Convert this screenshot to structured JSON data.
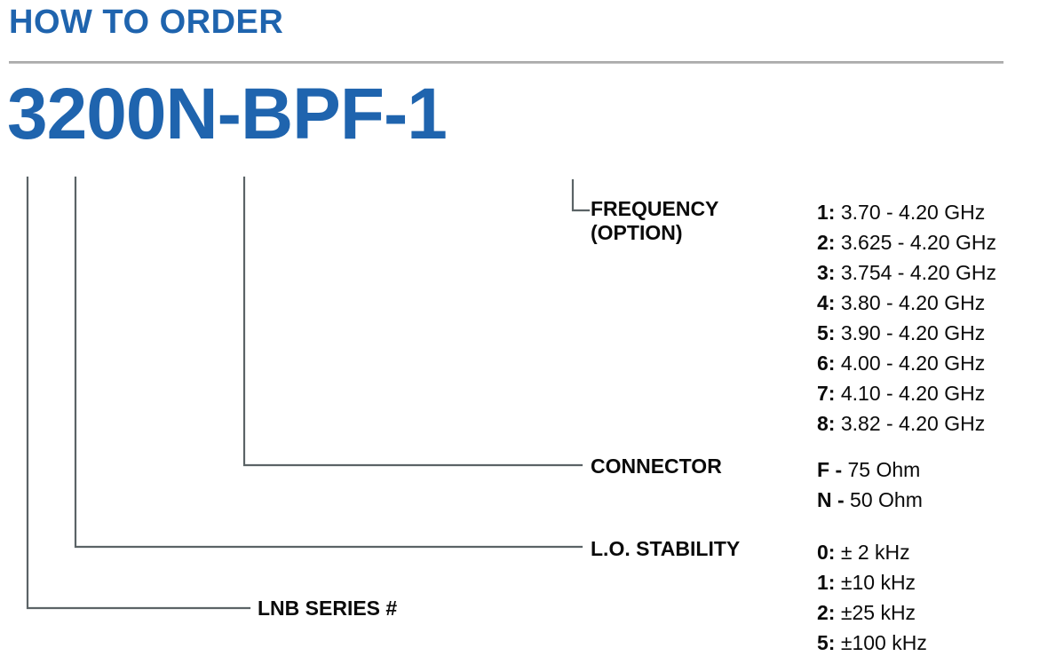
{
  "header": {
    "title": "HOW TO ORDER",
    "accent_color": "#1f64ae",
    "rule_color": "#9a9a9a"
  },
  "part_number": {
    "value": "3200N-BPF-1",
    "color": "#1f64ae"
  },
  "callouts": {
    "frequency": {
      "label": "FREQUENCY\n(OPTION)",
      "options": [
        {
          "key": "1:",
          "value": "3.70 - 4.20 GHz"
        },
        {
          "key": "2:",
          "value": "3.625 - 4.20 GHz"
        },
        {
          "key": "3:",
          "value": "3.754 - 4.20 GHz"
        },
        {
          "key": "4:",
          "value": "3.80 - 4.20 GHz"
        },
        {
          "key": "5:",
          "value": "3.90 - 4.20 GHz"
        },
        {
          "key": "6:",
          "value": "4.00 - 4.20 GHz"
        },
        {
          "key": "7:",
          "value": "4.10 - 4.20 GHz"
        },
        {
          "key": "8:",
          "value": "3.82 - 4.20 GHz"
        }
      ]
    },
    "connector": {
      "label": "CONNECTOR",
      "options": [
        {
          "key": "F -",
          "value": "75 Ohm"
        },
        {
          "key": "N -",
          "value": "50 Ohm"
        }
      ]
    },
    "lo_stability": {
      "label": "L.O. STABILITY",
      "options": [
        {
          "key": "0:",
          "value": "± 2 kHz"
        },
        {
          "key": "1:",
          "value": "±10 kHz"
        },
        {
          "key": "2:",
          "value": "±25 kHz"
        },
        {
          "key": "5:",
          "value": "±100 kHz"
        }
      ]
    },
    "lnb_series": {
      "label": "LNB SERIES #",
      "options": []
    }
  }
}
